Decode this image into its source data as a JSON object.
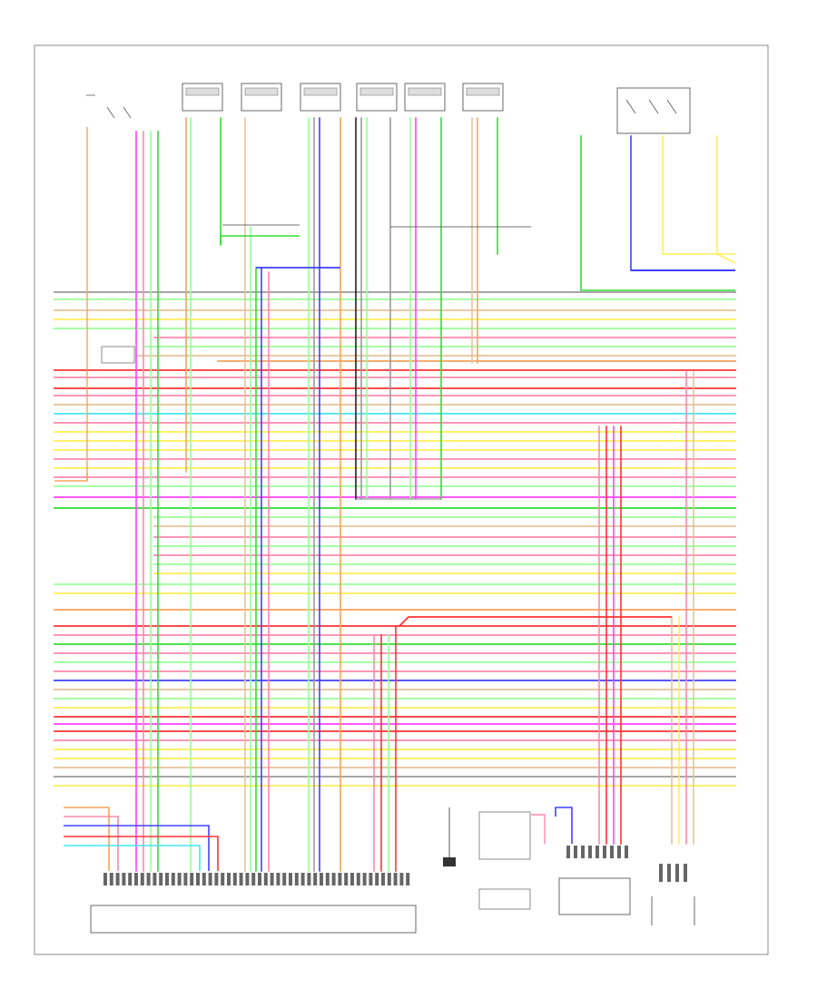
{
  "diagram": {
    "footer_code": "",
    "top_label": "",
    "components": [
      {
        "id": "left-switch",
        "caption": ""
      },
      {
        "id": "ignition-coils",
        "caption": ""
      },
      {
        "id": "right-relay",
        "caption": ""
      },
      {
        "id": "left-relay",
        "caption": ""
      },
      {
        "id": "ecm",
        "caption": ""
      },
      {
        "id": "knock-sensor",
        "caption": ""
      },
      {
        "id": "fuel-sender",
        "caption": ""
      },
      {
        "id": "fuel-pump-ecu",
        "caption": ""
      },
      {
        "id": "right-connector",
        "caption": ""
      }
    ],
    "colors": {
      "orange": "#f7a35c",
      "magenta": "#ff40ff",
      "green": "#33dd33",
      "red": "#ff3333",
      "yellow": "#ffee55",
      "blue": "#4040ff",
      "pink": "#ff88aa",
      "cyan": "#44e6f0",
      "lightgreen": "#99ff99",
      "gray": "#999999",
      "black": "#222222",
      "tan": "#e6c39a"
    }
  }
}
